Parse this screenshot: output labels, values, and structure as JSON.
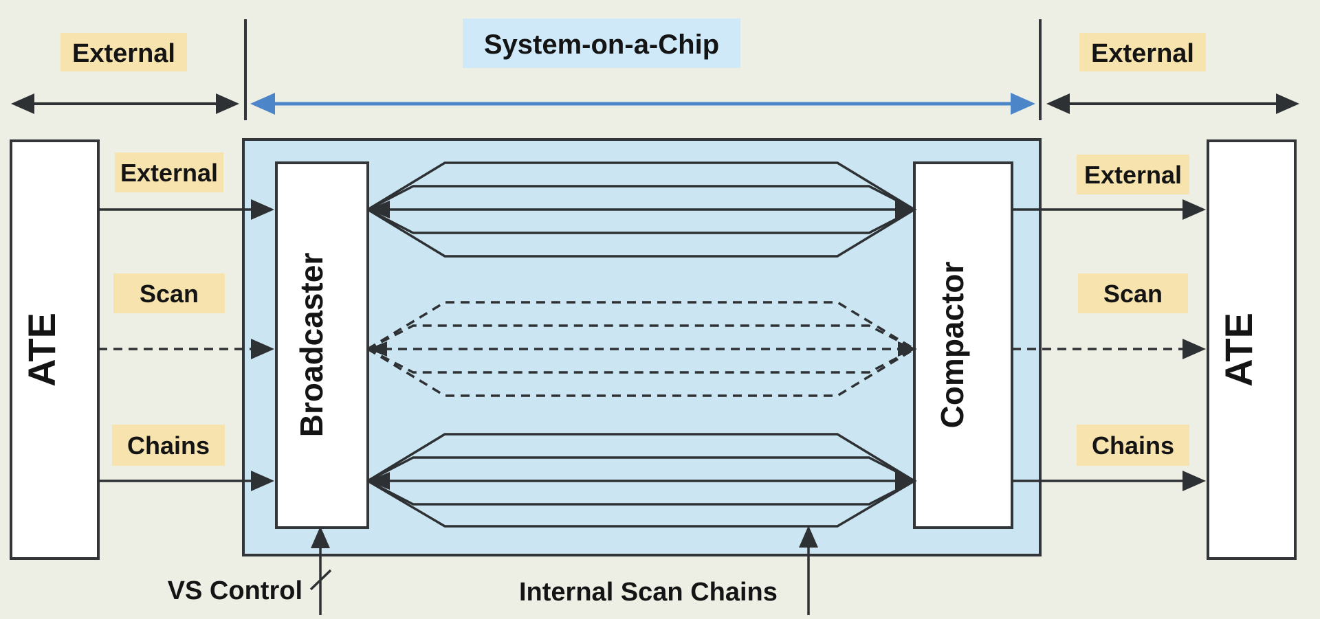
{
  "top_annotation": {
    "left_region_label": "External",
    "chip_region_label": "System-on-a-Chip",
    "right_region_label": "External"
  },
  "left_ate": {
    "label": "ATE"
  },
  "right_ate": {
    "label": "ATE"
  },
  "soc": {
    "broadcaster_label": "Broadcaster",
    "compactor_label": "Compactor"
  },
  "channels_left": {
    "row1_label": "External",
    "row2_label": "Scan",
    "row3_label": "Chains"
  },
  "channels_right": {
    "row1_label": "External",
    "row2_label": "Scan",
    "row3_label": "Chains"
  },
  "bottom_annotation": {
    "vs_control_label": "VS Control",
    "internal_scan_chains_label": "Internal Scan Chains"
  },
  "scan_chain_groups": [
    {
      "position": "top",
      "row": "External",
      "style": "solid",
      "lines": 5
    },
    {
      "position": "middle",
      "row": "Scan",
      "style": "dashed",
      "lines": 5
    },
    {
      "position": "bottom",
      "row": "Chains",
      "style": "solid",
      "lines": 5
    }
  ],
  "colors": {
    "background": "#edefe5",
    "soc_fill": "#cbe5f2",
    "soc_label_bg": "#cfe9f8",
    "label_bg": "#f7e3ad",
    "line": "#2e3133",
    "blue_arrow": "#4d86c8",
    "box_fill": "#ffffff",
    "text": "#141414"
  }
}
